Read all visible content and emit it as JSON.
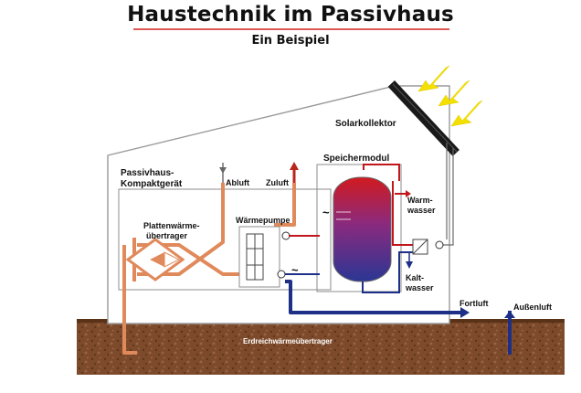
{
  "header": {
    "title": "Haustechnik im Passivhaus",
    "subtitle": "Ein Beispiel"
  },
  "labels": {
    "solar_collector": "Solarkollektor",
    "compact_unit_line1": "Passivhaus-",
    "compact_unit_line2": "Kompaktgerät",
    "storage_module": "Speichermodul",
    "exhaust_air": "Abluft",
    "supply_air": "Zuluft",
    "plate_hx_line1": "Plattenwärme-",
    "plate_hx_line2": "übertrager",
    "heat_pump": "Wärmepumpe",
    "warm_water_line1": "Warm-",
    "warm_water_line2": "wasser",
    "cold_water_line1": "Kalt-",
    "cold_water_line2": "wasser",
    "outgoing_air": "Fortluft",
    "outdoor_air": "Außenluft",
    "ground_hx": "Erdreichwärmeübertrager",
    "tilde": "~"
  },
  "colors": {
    "title_underline": "#d3211f",
    "house_outline": "#9a9a9a",
    "earth": "#7a4a2a",
    "warm_pipe": "#e08a5c",
    "cold_pipe": "#1d2f86",
    "hot_water_pipe": "#c1161b",
    "sun_arrows": "#f3e000",
    "collector": "#1a1a1a"
  }
}
